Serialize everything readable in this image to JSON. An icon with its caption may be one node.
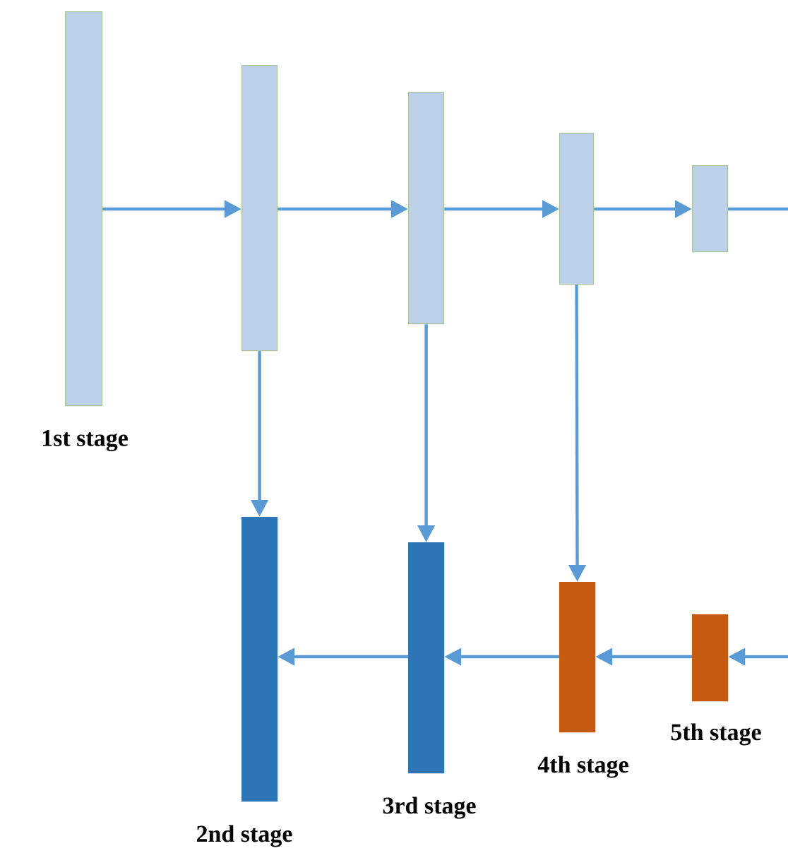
{
  "diagram": {
    "nodes": [
      {
        "text": [],
        "shape": "bar",
        "beside": [
          "1st stage"
        ]
      },
      {
        "text": [],
        "shape": "bar"
      },
      {
        "text": [],
        "shape": "bar"
      },
      {
        "text": [],
        "shape": "bar"
      },
      {
        "text": [],
        "shape": "bar"
      },
      {
        "text": [],
        "shape": "bar",
        "beside": [
          "2nd stage"
        ]
      },
      {
        "text": [],
        "shape": "bar",
        "beside": [
          "3rd stage"
        ]
      },
      {
        "text": [],
        "shape": "bar",
        "beside": [
          "4th stage"
        ]
      },
      {
        "text": [],
        "shape": "bar",
        "beside": [
          "5th stage"
        ]
      }
    ],
    "edges": [
      {
        "from": 0,
        "to": 1,
        "arrow": "to"
      },
      {
        "from": 1,
        "to": 2,
        "arrow": "to"
      },
      {
        "from": 2,
        "to": 3,
        "arrow": "to"
      },
      {
        "from": 3,
        "to": 4,
        "arrow": "to"
      },
      {
        "from": 4,
        "to": null,
        "arrow": "none"
      },
      {
        "from": 1,
        "to": 5,
        "arrow": "to"
      },
      {
        "from": 2,
        "to": 6,
        "arrow": "to"
      },
      {
        "from": 3,
        "to": 7,
        "arrow": "to"
      },
      {
        "from": null,
        "to": 8,
        "arrow": "to"
      },
      {
        "from": 8,
        "to": 7,
        "arrow": "to"
      },
      {
        "from": 7,
        "to": 6,
        "arrow": "to"
      },
      {
        "from": 6,
        "to": 5,
        "arrow": "to"
      }
    ]
  }
}
